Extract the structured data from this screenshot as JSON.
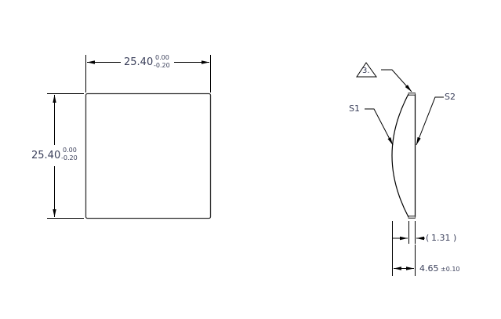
{
  "drawing": {
    "front_view": {
      "width_dim": {
        "nominal": "25.40",
        "tol_upper": "0.00",
        "tol_lower": "-0.20"
      },
      "height_dim": {
        "nominal": "25.40",
        "tol_upper": "0.00",
        "tol_lower": "-0.20"
      }
    },
    "side_view": {
      "note_flag": "3.",
      "surface_labels": {
        "s1": "S1",
        "s2": "S2"
      },
      "edge_thickness_dim": {
        "value": "1.31",
        "open": "(",
        "close": ")"
      },
      "center_thickness_dim": {
        "nominal": "4.65",
        "tolerance": "±0.10"
      }
    },
    "colors": {
      "line": "#000000",
      "text": "#3a3f5a",
      "background": "#ffffff"
    }
  }
}
